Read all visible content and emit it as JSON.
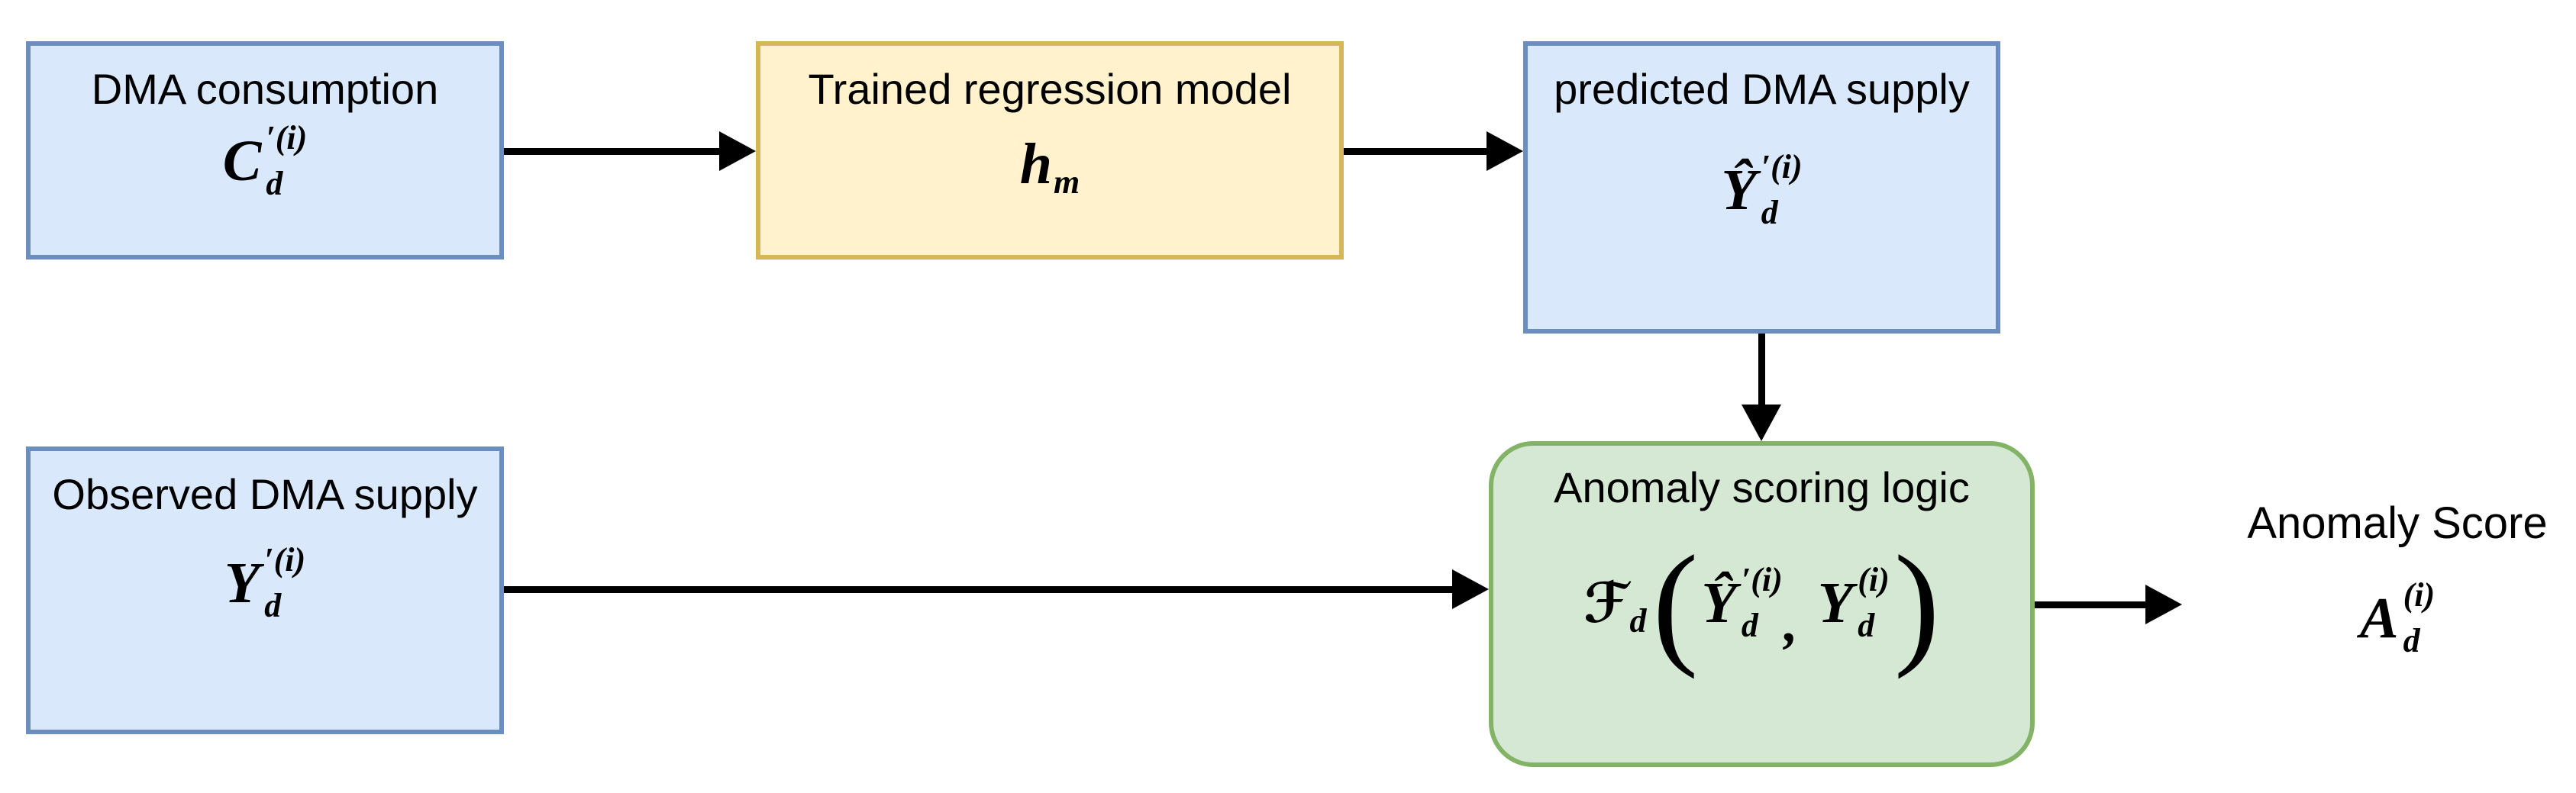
{
  "diagram": {
    "boxes": {
      "dma_consumption": {
        "label": "DMA consumption",
        "formula": {
          "base": "C",
          "sup": "′(i)",
          "sub": "d"
        }
      },
      "regression_model": {
        "label": "Trained regression model",
        "formula": {
          "base": "h",
          "sub": "m"
        }
      },
      "predicted_supply": {
        "label": "predicted DMA supply",
        "formula": {
          "base": "Ŷ",
          "sup": "′(i)",
          "sub": "d"
        }
      },
      "observed_supply": {
        "label": "Observed DMA supply",
        "formula": {
          "base": "Y",
          "sup": "′(i)",
          "sub": "d"
        }
      },
      "anomaly_scoring": {
        "label": "Anomaly scoring logic",
        "formula": {
          "func": "ℱ",
          "func_sub": "d",
          "open_paren": "(",
          "arg1": {
            "base": "Ŷ",
            "sup": "′(i)",
            "sub": "d"
          },
          "separator": ",",
          "arg2": {
            "base": "Y",
            "sup": "(i)",
            "sub": "d"
          },
          "close_paren": ")"
        }
      }
    },
    "output": {
      "label": "Anomaly Score",
      "formula": {
        "base": "A",
        "sup": "(i)",
        "sub": "d"
      }
    },
    "colors": {
      "blue_fill": "#dae8fc",
      "blue_border": "#6c8ebf",
      "yellow_fill": "#fff2cc",
      "yellow_border": "#d6b656",
      "green_fill": "#d5e8d4",
      "green_border": "#82b366",
      "arrow": "#000000",
      "bg": "#ffffff"
    }
  }
}
